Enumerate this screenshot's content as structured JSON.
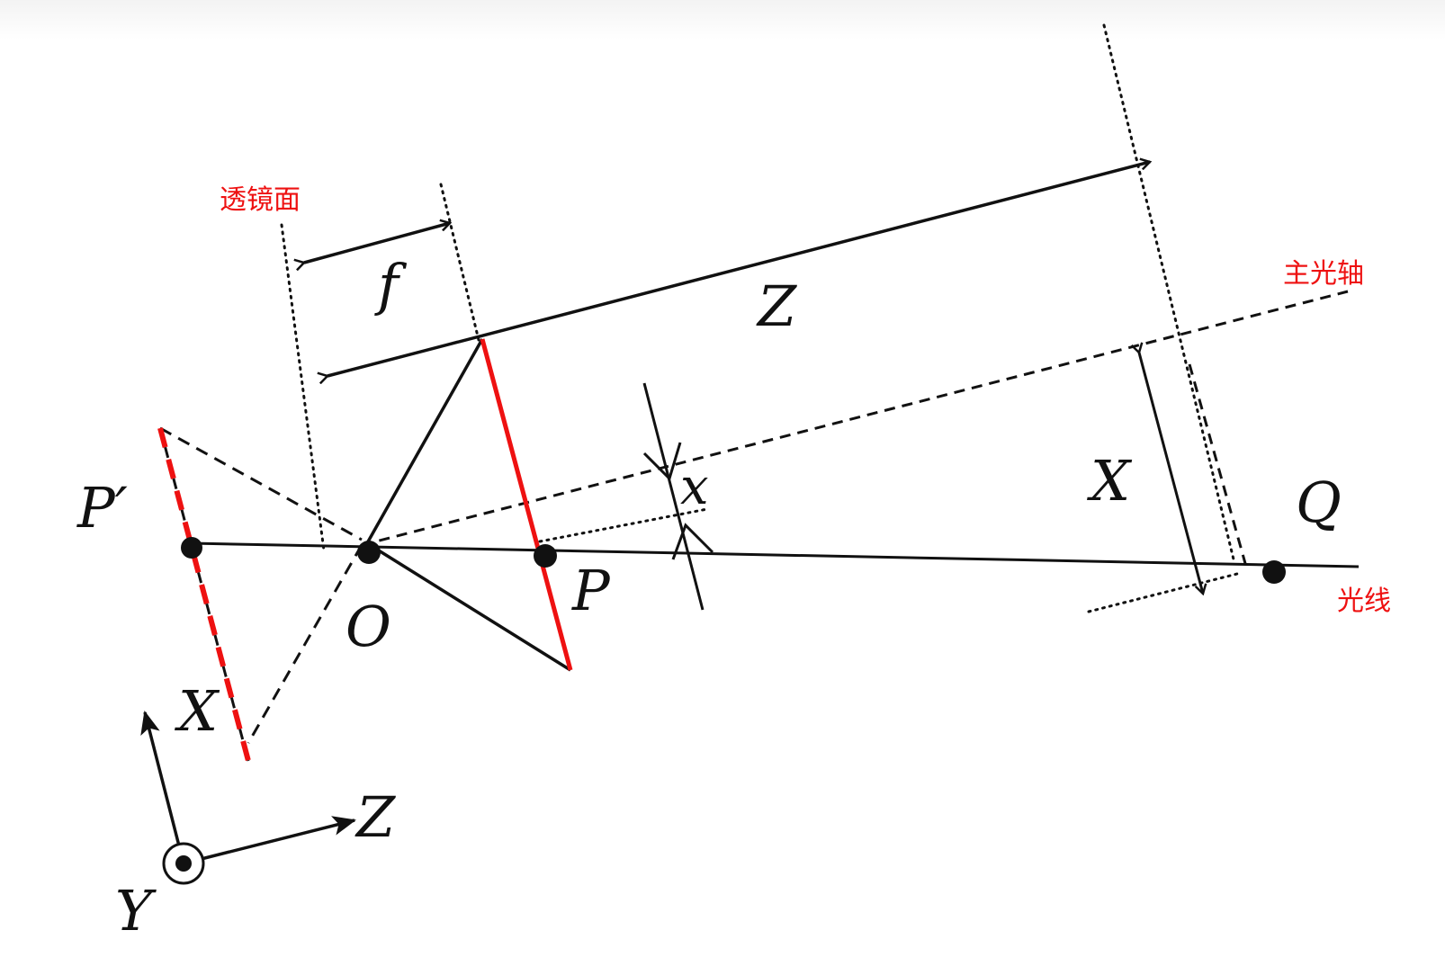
{
  "labels": {
    "lens_plane": "透镜面",
    "principal_axis": "主光轴",
    "light_ray": "光线",
    "f": "f",
    "Z_distance": "Z",
    "X_object": "X",
    "x_image": "x",
    "P_prime": "P′",
    "O": "O",
    "P": "P",
    "Q": "Q",
    "X_mirror": "X",
    "axis_Z": "Z",
    "axis_Y": "Y"
  },
  "colors": {
    "ink": "#111111",
    "accent_red": "#ee1111"
  }
}
